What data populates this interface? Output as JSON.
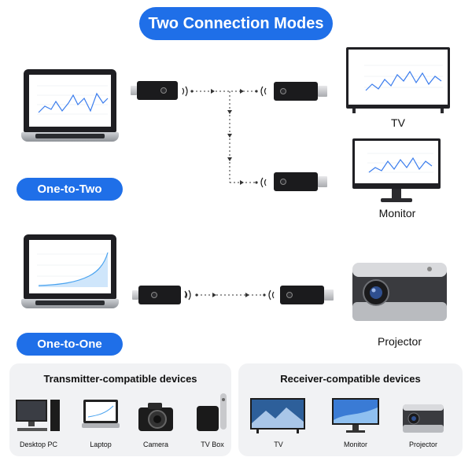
{
  "header": {
    "title": "Two Connection Modes"
  },
  "modes": {
    "one_to_two": "One-to-Two",
    "one_to_one": "One-to-One"
  },
  "devices": {
    "tv": "TV",
    "monitor": "Monitor",
    "projector": "Projector"
  },
  "transmitter_panel": {
    "title": "Transmitter-compatible devices",
    "items": [
      "Desktop PC",
      "Laptop",
      "Camera",
      "TV Box"
    ]
  },
  "receiver_panel": {
    "title": "Receiver-compatible devices",
    "items": [
      "TV",
      "Monitor",
      "Projector"
    ]
  },
  "colors": {
    "accent": "#1f6fe8",
    "panel_bg": "#f1f2f4",
    "device_dark": "#1b1b1d"
  },
  "icons": [
    "laptop-icon",
    "dongle-transmitter-icon",
    "dongle-receiver-icon",
    "wireless-signal-icon",
    "tv-icon",
    "monitor-icon",
    "projector-icon",
    "desktop-pc-icon",
    "camera-icon",
    "tv-box-icon"
  ]
}
